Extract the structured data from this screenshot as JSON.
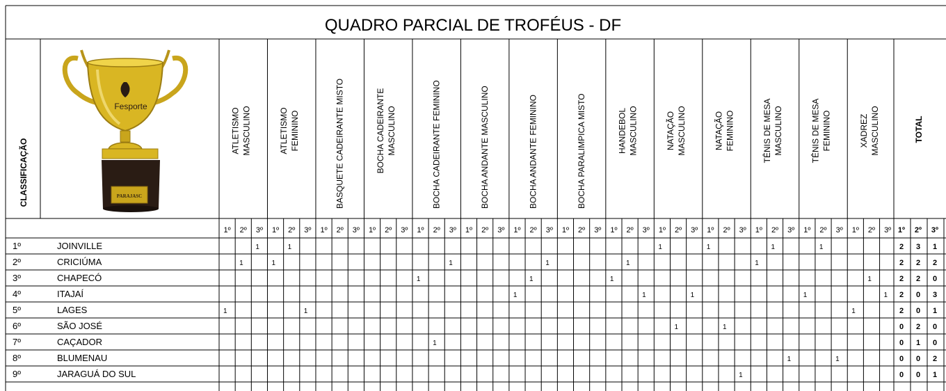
{
  "title": "QUADRO PARCIAL DE TROFÉUS - DF",
  "classification_label": "CLASSIFICAÇÃO",
  "trophy": {
    "brand": "Fesporte",
    "plate": "PARAJASC",
    "colors": {
      "gold": "#d9b623",
      "gold_dark": "#9c7d12",
      "base": "#2a1c14"
    }
  },
  "place_labels": [
    "1º",
    "2º",
    "3º"
  ],
  "sports": [
    {
      "line1": "ATLETISMO",
      "line2": "MASCULINO"
    },
    {
      "line1": "ATLETISMO",
      "line2": "FEMININO"
    },
    {
      "line1": "BASQUETE  CADEIRANTE MISTO",
      "line2": ""
    },
    {
      "line1": "BOCHA  CADEIRANTE",
      "line2": "MASCULINO"
    },
    {
      "line1": "BOCHA   CADEIRANTE FEMININO",
      "line2": ""
    },
    {
      "line1": "BOCHA ANDANTE MASCULINO",
      "line2": ""
    },
    {
      "line1": "BOCHA   ANDANTE   FEMININO",
      "line2": ""
    },
    {
      "line1": "BOCHA PARALIMPICA MISTO",
      "line2": ""
    },
    {
      "line1": "HANDEBOL",
      "line2": "MASCULINO"
    },
    {
      "line1": "NATAÇÃO",
      "line2": "MASCULINO"
    },
    {
      "line1": "NATAÇÃO",
      "line2": "FEMININO"
    },
    {
      "line1": "TÊNIS DE MESA",
      "line2": "MASCULINO"
    },
    {
      "line1": "TÊNIS DE MESA",
      "line2": "FEMININO"
    },
    {
      "line1": "XADREZ",
      "line2": "MASCULINO"
    }
  ],
  "total_label": "TOTAL",
  "rows": [
    {
      "pos": "1º",
      "city": "JOINVILLE",
      "marks": [
        [
          2,
          "1"
        ],
        [
          4,
          "1"
        ],
        [
          27,
          "1"
        ],
        [
          30,
          "1"
        ],
        [
          34,
          "1"
        ],
        [
          37,
          "1"
        ]
      ],
      "totals": [
        "2",
        "3",
        "1"
      ]
    },
    {
      "pos": "2º",
      "city": "CRICIÚMA",
      "marks": [
        [
          1,
          "1"
        ],
        [
          3,
          "1"
        ],
        [
          14,
          "1"
        ],
        [
          20,
          "1"
        ],
        [
          25,
          "1"
        ],
        [
          33,
          "1"
        ]
      ],
      "totals": [
        "2",
        "2",
        "2"
      ]
    },
    {
      "pos": "3º",
      "city": "CHAPECÓ",
      "marks": [
        [
          12,
          "1"
        ],
        [
          19,
          "1"
        ],
        [
          24,
          "1"
        ],
        [
          40,
          "1"
        ]
      ],
      "totals": [
        "2",
        "2",
        "0"
      ]
    },
    {
      "pos": "4º",
      "city": "ITAJAÍ",
      "marks": [
        [
          18,
          "1"
        ],
        [
          26,
          "1"
        ],
        [
          29,
          "1"
        ],
        [
          36,
          "1"
        ],
        [
          41,
          "1"
        ]
      ],
      "totals": [
        "2",
        "0",
        "3"
      ]
    },
    {
      "pos": "5º",
      "city": "LAGES",
      "marks": [
        [
          0,
          "1"
        ],
        [
          5,
          "1"
        ],
        [
          39,
          "1"
        ]
      ],
      "totals": [
        "2",
        "0",
        "1"
      ]
    },
    {
      "pos": "6º",
      "city": "SÃO JOSÉ",
      "marks": [
        [
          28,
          "1"
        ],
        [
          31,
          "1"
        ]
      ],
      "totals": [
        "0",
        "2",
        "0"
      ]
    },
    {
      "pos": "7º",
      "city": "CAÇADOR",
      "marks": [
        [
          13,
          "1"
        ]
      ],
      "totals": [
        "0",
        "1",
        "0"
      ]
    },
    {
      "pos": "8º",
      "city": "BLUMENAU",
      "marks": [
        [
          35,
          "1"
        ],
        [
          38,
          "1"
        ]
      ],
      "totals": [
        "0",
        "0",
        "2"
      ]
    },
    {
      "pos": "9º",
      "city": "JARAGUÁ DO SUL",
      "marks": [
        [
          32,
          "1"
        ]
      ],
      "totals": [
        "0",
        "0",
        "1"
      ]
    }
  ]
}
